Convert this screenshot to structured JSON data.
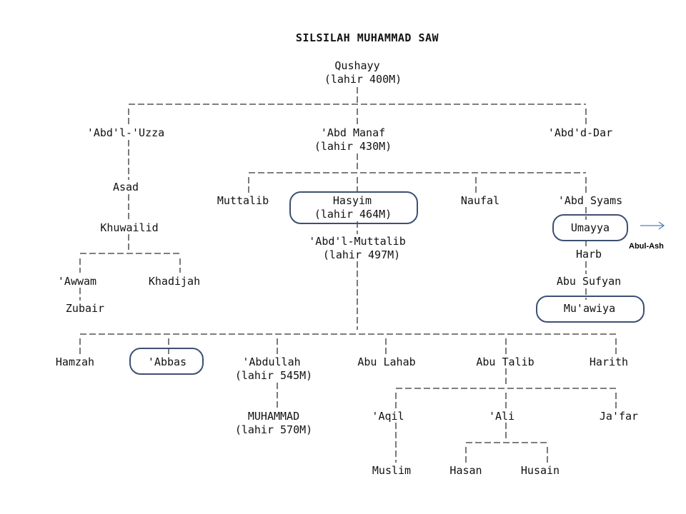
{
  "title": "SILSILAH MUHAMMAD SAW",
  "nodes": {
    "qushayy": "Qushayy",
    "qushayy_born": "(lahir 400M)",
    "abd_uzza": "'Abd'l-'Uzza",
    "abd_manaf": "'Abd Manaf",
    "abd_manaf_born": "(lahir 430M)",
    "abd_dar": "'Abd'd-Dar",
    "asad": "Asad",
    "khuwailid": "Khuwailid",
    "awwam": "'Awwam",
    "khadijah": "Khadijah",
    "zubair": "Zubair",
    "muttalib": "Muttalib",
    "hasyim": "Hasyim",
    "hasyim_born": "(lahir 464M)",
    "naufal": "Naufal",
    "abd_syams": "'Abd Syams",
    "abd_muttalib": "'Abd'l-Muttalib",
    "abd_muttalib_born": "(lahir 497M)",
    "umayya": "Umayya",
    "abul_ash": "Abul-Ash",
    "harb": "Harb",
    "abu_sufyan": "Abu Sufyan",
    "muawiya": "Mu'awiya",
    "hamzah": "Hamzah",
    "abbas": "'Abbas",
    "abdullah": "'Abdullah",
    "abdullah_born": "(lahir 545M)",
    "abu_lahab": "Abu Lahab",
    "abu_talib": "Abu Talib",
    "harith": "Harith",
    "muhammad": "MUHAMMAD",
    "muhammad_born": "(lahir 570M)",
    "aqil": "'Aqil",
    "ali": "'Ali",
    "jafar": "Ja'far",
    "muslim": "Muslim",
    "hasan": "Hasan",
    "husain": "Husain"
  },
  "colors": {
    "highlight": "#3d4f73",
    "arrow": "#4f81bd",
    "text": "#111111"
  }
}
